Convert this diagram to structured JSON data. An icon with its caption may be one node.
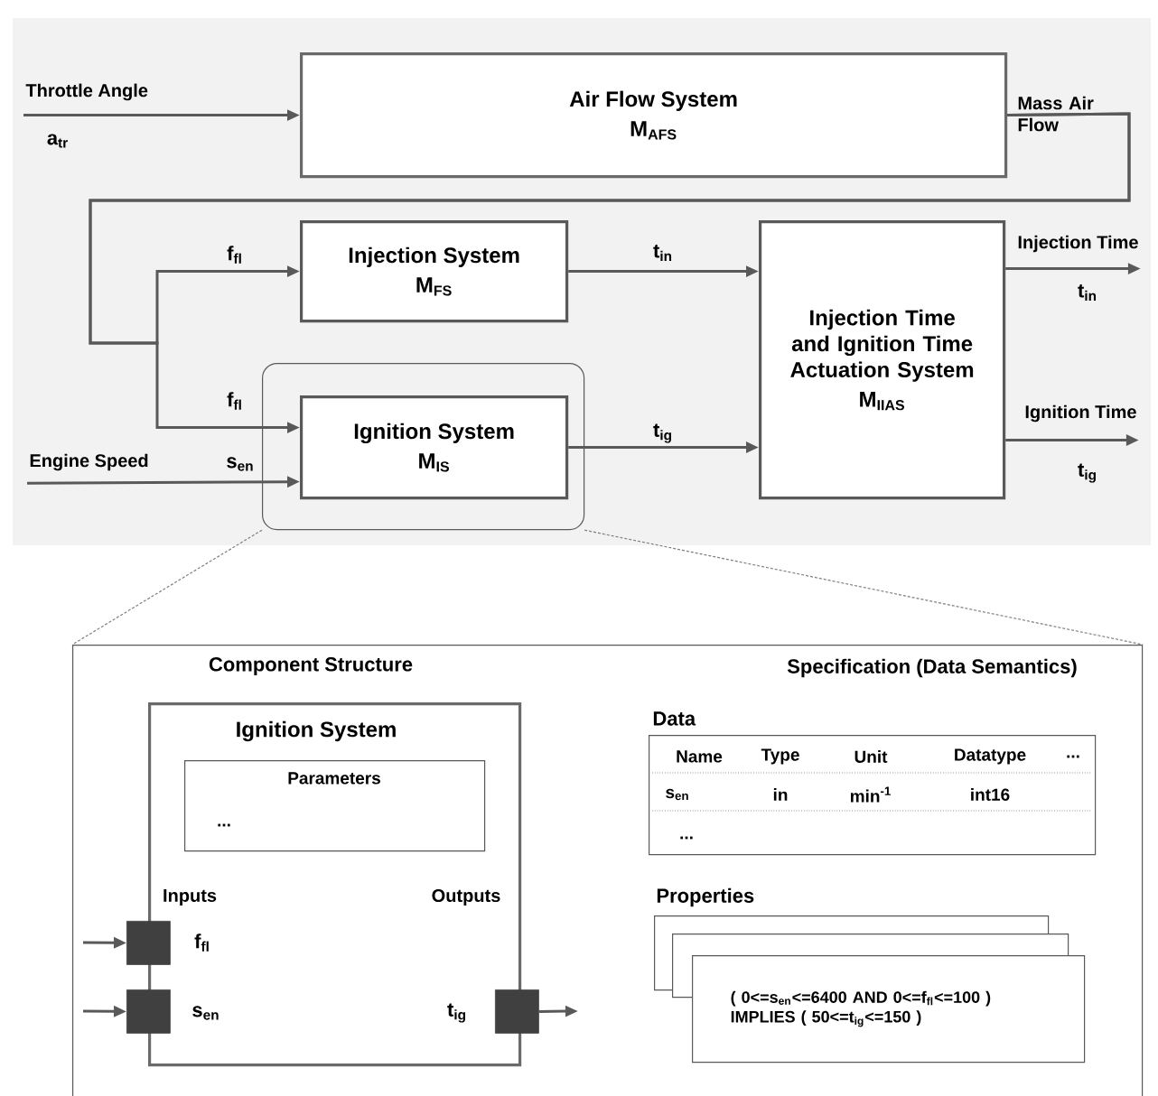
{
  "diagram": {
    "nodes": [
      {
        "text": [
          "Air Flow System",
          "M$_{AFS}$"
        ]
      },
      {
        "text": [
          "Injection System",
          "M$_{FS}$"
        ]
      },
      {
        "text": [],
        "shape": "box"
      },
      {
        "text": [
          "Ignition System",
          "M$_{IS}$"
        ],
        "in": 2
      },
      {
        "text": [
          "Injection Time and Ignition Time Actuation System",
          "M$_{IIAS}$"
        ]
      },
      {
        "text": [
          "Component Structure",
          "Specification (Data Semantics)"
        ]
      },
      {
        "text": [
          "Ignition System",
          "Inputs",
          "Outputs"
        ],
        "in": 5
      },
      {
        "text": [
          "Parameters",
          "..."
        ],
        "in": 6
      },
      {
        "text": [],
        "shape": "box",
        "in": 5,
        "beside": [
          "f$_{fl}$"
        ]
      },
      {
        "text": [],
        "shape": "box",
        "in": 5,
        "beside": [
          "s$_{en}$"
        ]
      },
      {
        "text": [],
        "shape": "box",
        "in": 5,
        "beside": [
          "t$_{ig}$"
        ]
      },
      {
        "text": [
          "Data",
          "Name",
          "Type",
          "Unit",
          "Datatype",
          "...",
          "s$_{en}$",
          "in",
          "min$^{-1}$",
          "int16",
          "..."
        ],
        "in": 5
      },
      {
        "text": [],
        "shape": "box",
        "in": 5
      },
      {
        "text": [],
        "shape": "box",
        "in": 5
      },
      {
        "text": [
          "( 0<=s$_{en}$<=6400 AND 0<=f$_{fl}$<=100 ) IMPLIES ( 50<=t$_{ig}$<=150 )"
        ],
        "in": 5
      },
      {
        "text": [
          "Throttle Angle"
        ]
      },
      {
        "text": [
          "Engine Speed"
        ]
      },
      {
        "text": [
          "Injection Time"
        ]
      },
      {
        "text": [
          "Ignition Time"
        ]
      }
    ],
    "edges": [
      {
        "from": 15,
        "to": 0,
        "arrow": "to",
        "label": "a$_{tr}$"
      },
      {
        "from": 0,
        "to": 1,
        "arrow": "to",
        "label": "f$_{fl}$"
      },
      {
        "from": 0,
        "to": 3,
        "arrow": "to",
        "label": "f$_{fl}$"
      },
      {
        "from": 16,
        "to": 3,
        "arrow": "to",
        "label": "s$_{en}$"
      },
      {
        "from": 1,
        "to": 4,
        "arrow": "to",
        "label": "t$_{in}$"
      },
      {
        "from": 3,
        "to": 4,
        "arrow": "to",
        "label": "t$_{ig}$"
      },
      {
        "from": 4,
        "to": 17,
        "arrow": "to",
        "label": "t$_{in}$"
      },
      {
        "from": 4,
        "to": 18,
        "arrow": "to",
        "label": "t$_{ig}$"
      },
      {
        "from": 2,
        "to": 5,
        "arrow": "none",
        "style": "dashed",
        "color": "#7f7f7f"
      },
      {
        "from": 2,
        "to": 5,
        "arrow": "none",
        "style": "dashed",
        "color": "#7f7f7f"
      },
      {
        "from": null,
        "to": 8,
        "arrow": "to"
      },
      {
        "from": null,
        "to": 9,
        "arrow": "to"
      },
      {
        "from": 10,
        "to": null,
        "arrow": "to"
      }
    ],
    "labels": [
      "Mass Air Flow",
      "Properties"
    ]
  }
}
